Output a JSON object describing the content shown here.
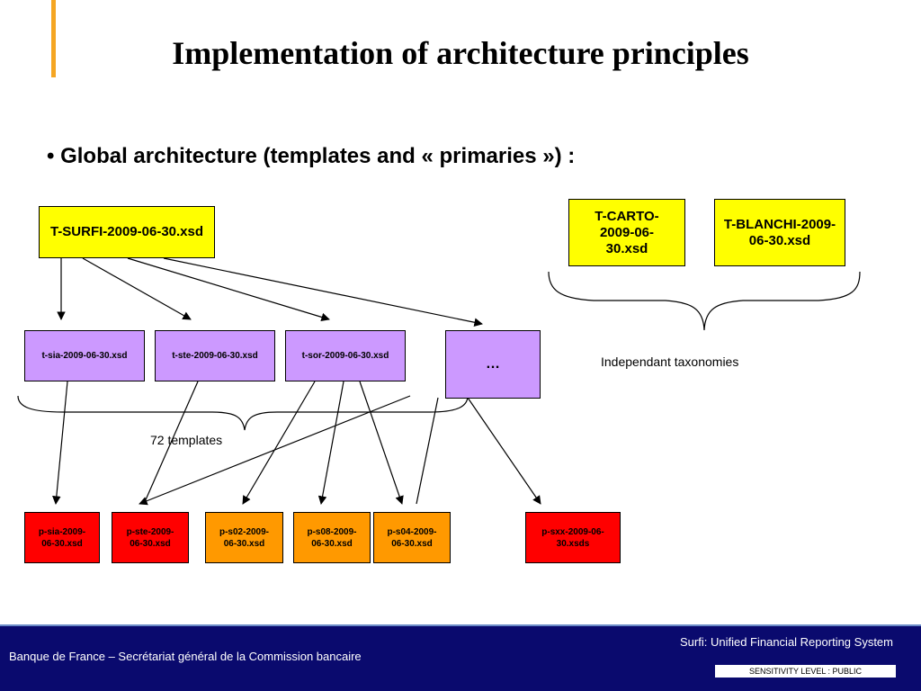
{
  "title": "Implementation of architecture principles",
  "bullet": "• Global architecture (templates and « primaries ») :",
  "boxes": {
    "surfi": "T-SURFI-2009-06-30.xsd",
    "carto": "T-CARTO-2009-06-30.xsd",
    "blanchi": "T-BLANCHI-2009-06-30.xsd",
    "t_sia": "t-sia-2009-06-30.xsd",
    "t_ste": "t-ste-2009-06-30.xsd",
    "t_sor": "t-sor-2009-06-30.xsd",
    "ellipsis": "…",
    "p_sia": "p-sia-2009-06-30.xsd",
    "p_ste": "p-ste-2009-06-30.xsd",
    "p_s02": "p-s02-2009-06-30.xsd",
    "p_s08": "p-s08-2009-06-30.xsd",
    "p_s04": "p-s04-2009-06-30.xsd",
    "p_sxx": "p-sxx-2009-06-30.xsds"
  },
  "labels": {
    "independant": "Independant taxonomies",
    "templates": "72 templates"
  },
  "footer": {
    "left": "Banque de France – Secrétariat général de la Commission bancaire",
    "right": "Surfi: Unified Financial Reporting System",
    "sensitivity": "SENSITIVITY LEVEL : PUBLIC"
  },
  "colors": {
    "accent": "#f5a623",
    "template_root": "#ffff00",
    "template": "#cc99ff",
    "primary_red": "#ff0000",
    "primary_orange": "#ff9900",
    "footer": "#0a0a6e"
  }
}
